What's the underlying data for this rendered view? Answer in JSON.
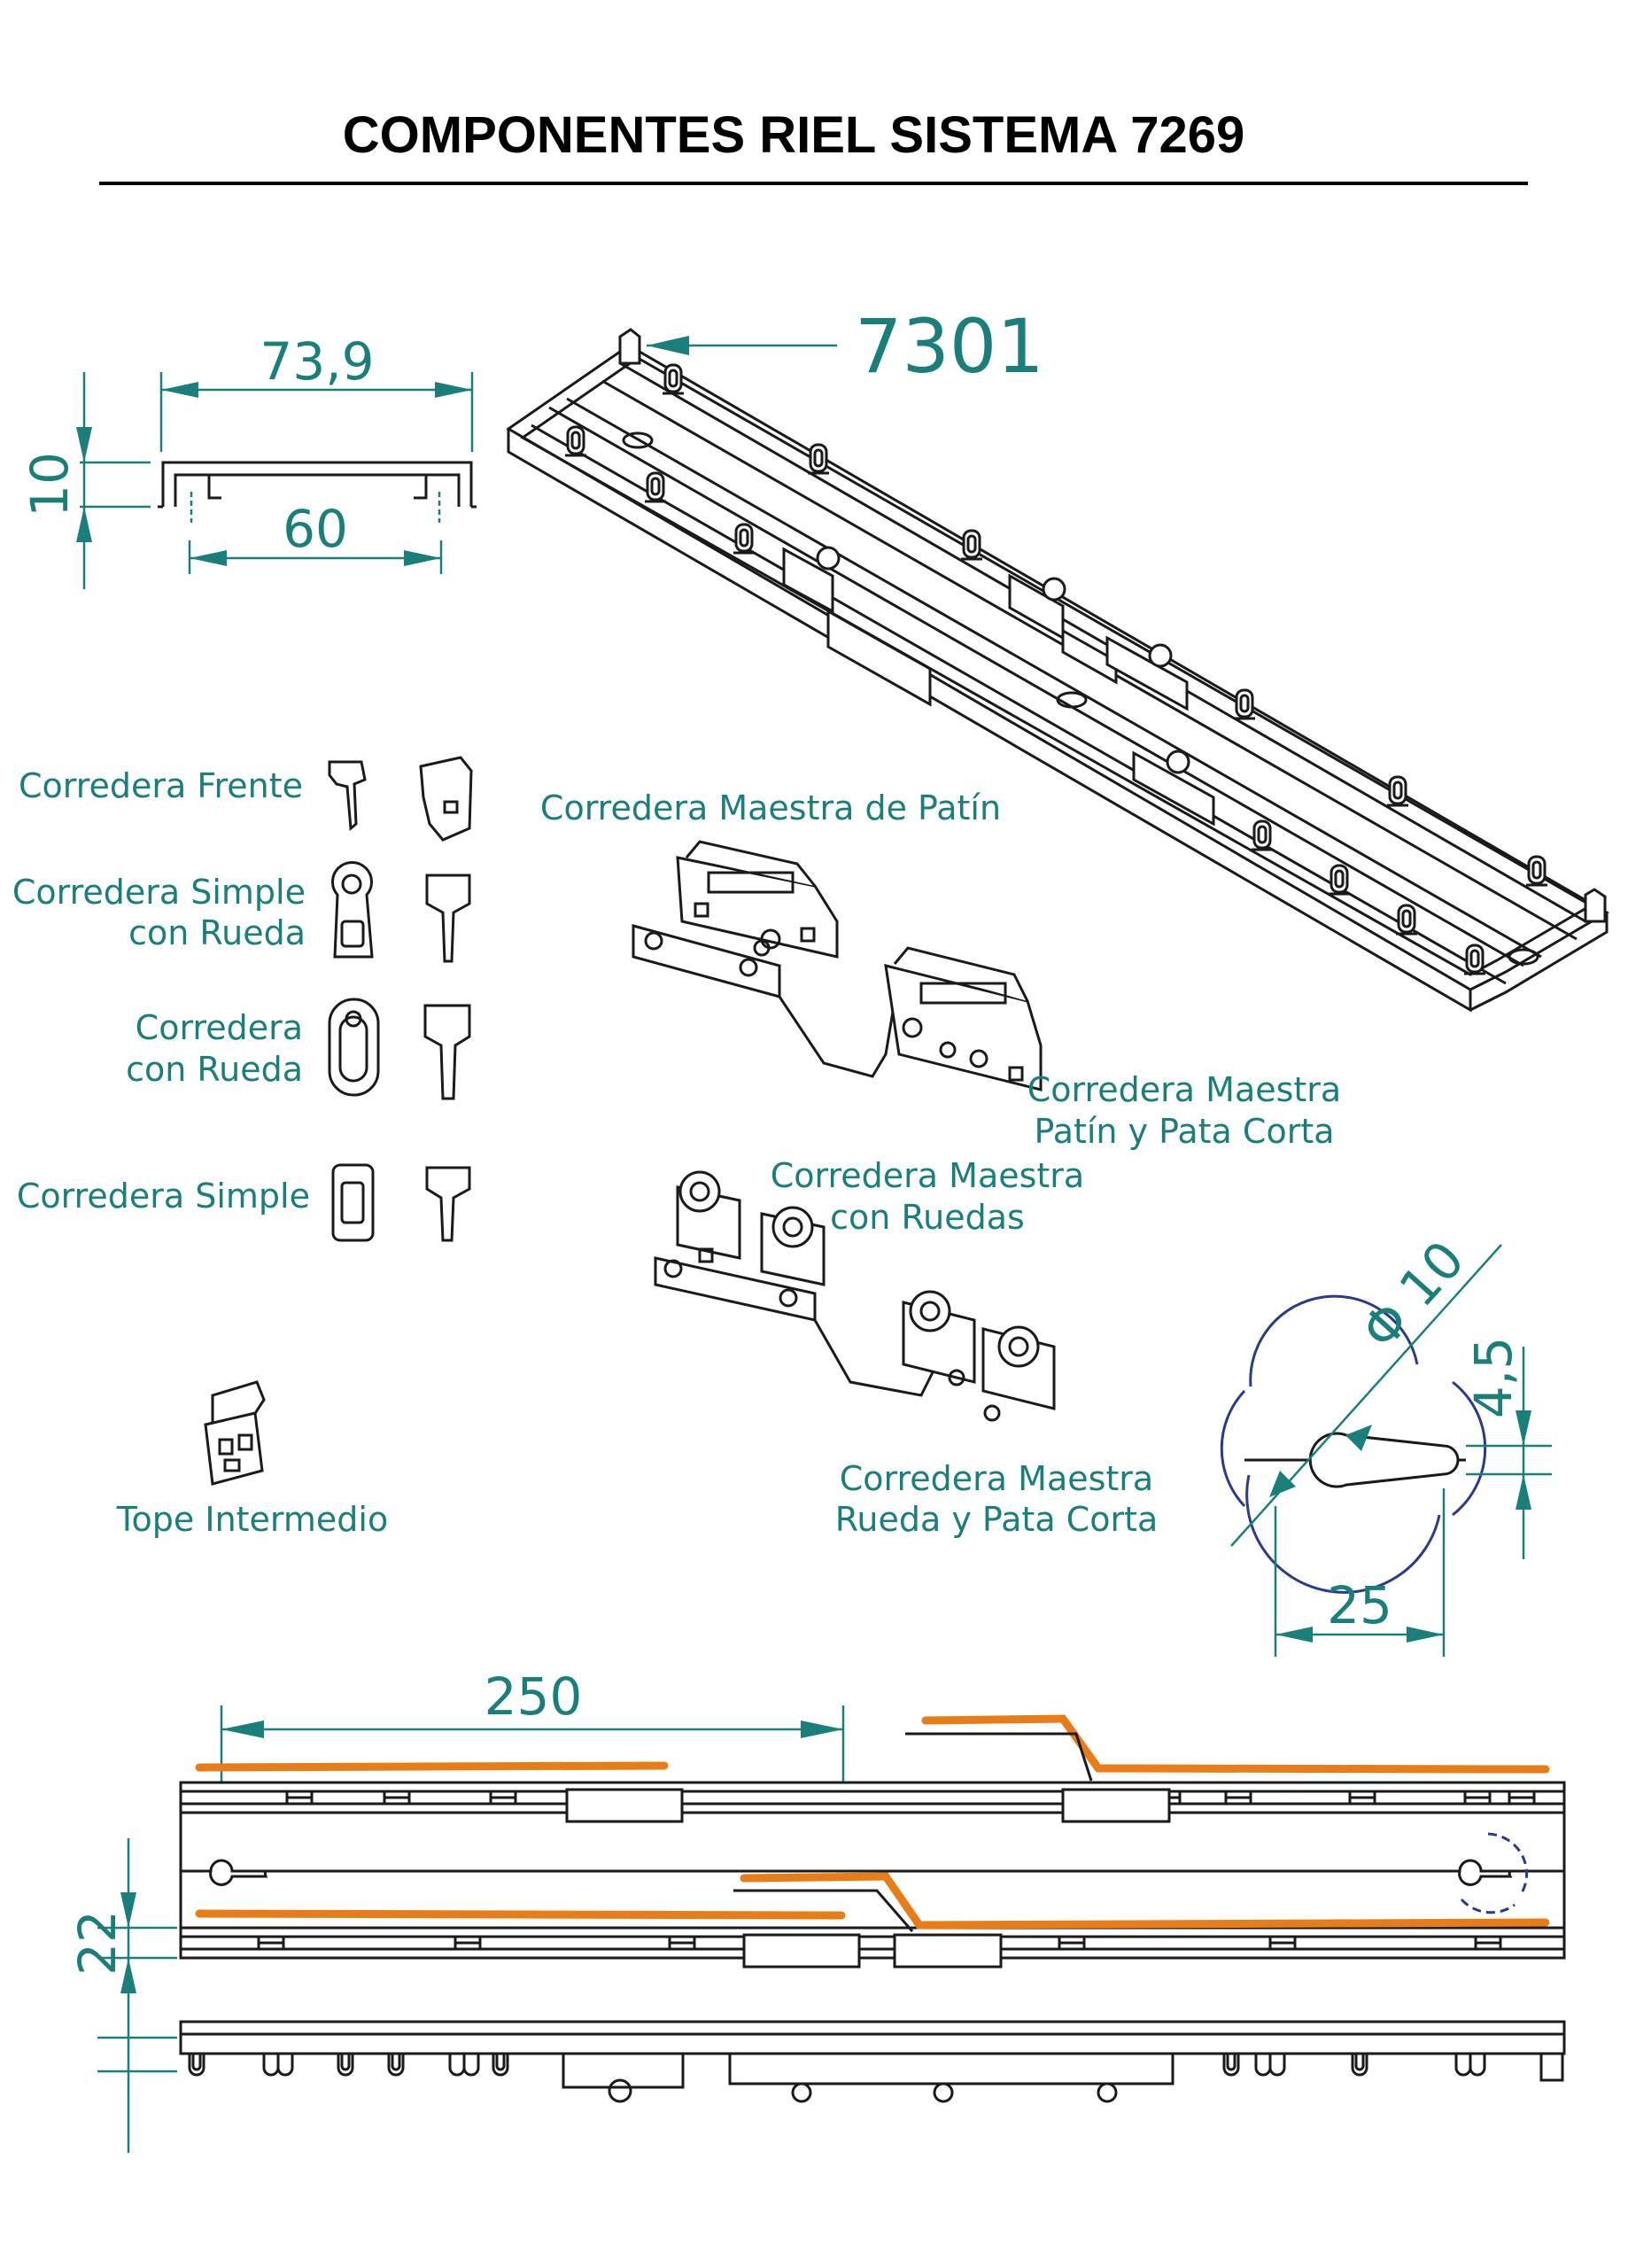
{
  "title": "COMPONENTES RIEL SISTEMA 7269",
  "profile": {
    "width_total": "73,9",
    "width_inner": "60",
    "height": "10"
  },
  "rail_code": "7301",
  "components": {
    "frente": "Corredera Frente",
    "simple_rueda_1": "Corredera Simple",
    "simple_rueda_2": "con Rueda",
    "rueda_1": "Corredera",
    "rueda_2": "con Rueda",
    "simple": "Corredera Simple",
    "tope": "Tope Intermedio"
  },
  "masters": {
    "patin": "Corredera Maestra de Patín",
    "patin_corta_1": "Corredera Maestra",
    "patin_corta_2": "Patín y Pata Corta",
    "ruedas_1": "Corredera Maestra",
    "ruedas_2": "con Ruedas",
    "rueda_corta_1": "Corredera Maestra",
    "rueda_corta_2": "Rueda y Pata Corta"
  },
  "hole": {
    "diameter": "Φ 10",
    "offset": "4,5",
    "length": "25"
  },
  "bottom": {
    "spacing": "250",
    "height": "22"
  },
  "colors": {
    "accent": "#1a7f7a",
    "overlap": "#e87c18",
    "circle": "#2a3a8c",
    "line": "#1a1a1a"
  }
}
